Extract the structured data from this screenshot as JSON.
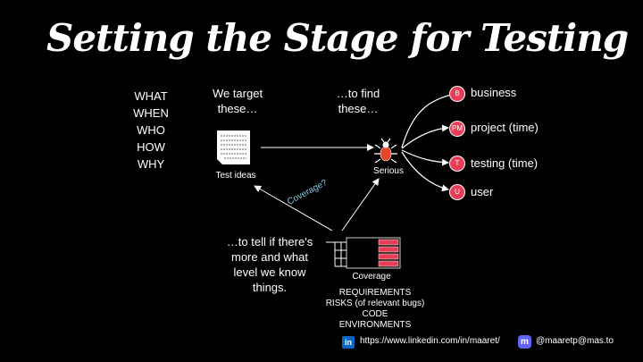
{
  "title": "Setting the Stage for Testing",
  "questions": [
    "WHAT",
    "WHEN",
    "WHO",
    "HOW",
    "WHY"
  ],
  "target_text": "We target these…",
  "find_text": "…to find these…",
  "test_ideas_label": "Test ideas",
  "serious_label": "Serious",
  "coverage_question": "Coverage?",
  "tell_text": "…to tell if there's more and what level we know things.",
  "coverage_label": "Coverage",
  "coverage_types": [
    "REQUIREMENTS",
    "RISKS (of relevant bugs)",
    "CODE",
    "ENVIRONMENTS"
  ],
  "impacts": [
    {
      "badge": "B",
      "label": "business"
    },
    {
      "badge": "PM",
      "label": "project (time)"
    },
    {
      "badge": "T",
      "label": "testing (time)"
    },
    {
      "badge": "U",
      "label": "user"
    }
  ],
  "footer": {
    "linkedin_icon": "in",
    "linkedin_url": "https://www.linkedin.com/in/maaret/",
    "mastodon_icon": "m",
    "mastodon_handle": "@maaretp@mas.to"
  },
  "colors": {
    "accent": "#e83d57",
    "coverage_text": "#7ec8e3",
    "background": "#000000"
  }
}
